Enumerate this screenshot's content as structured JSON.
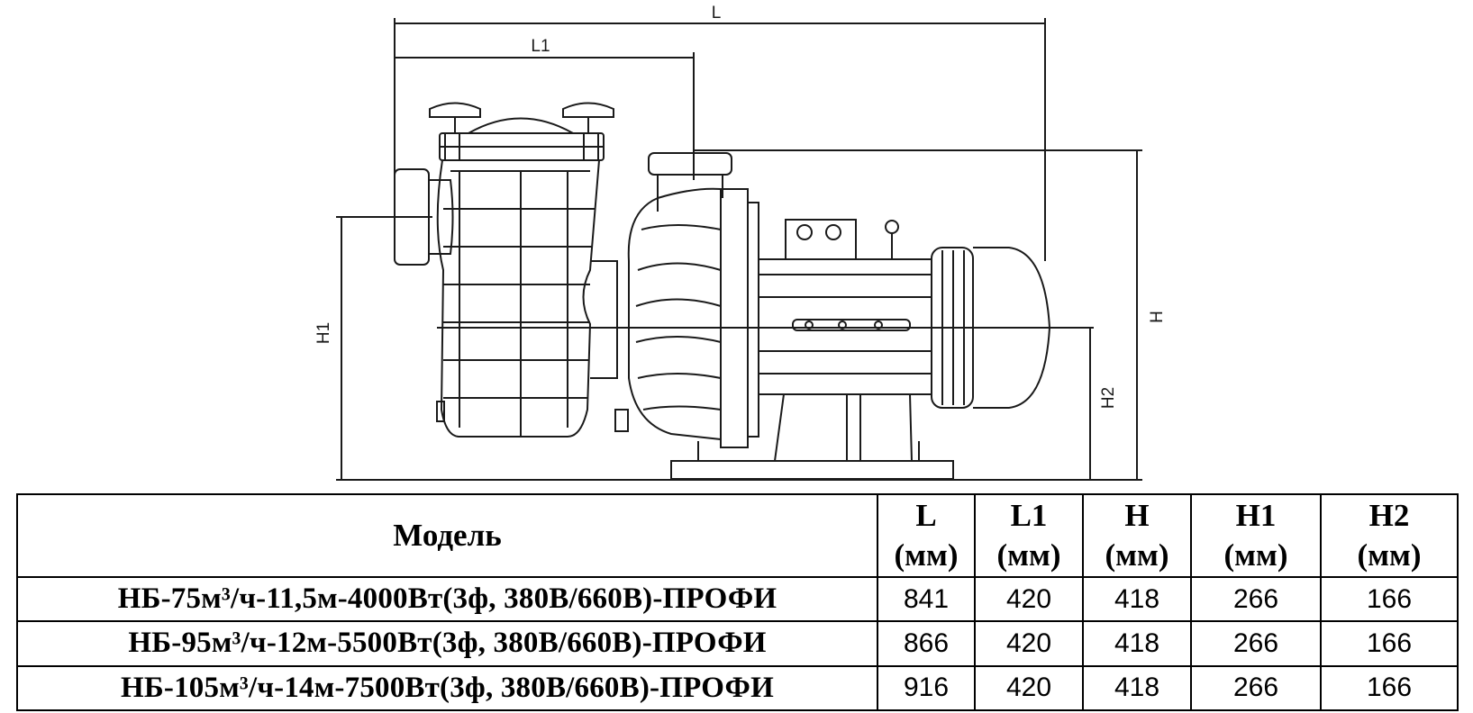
{
  "drawing": {
    "dimension_labels": {
      "L": "L",
      "L1": "L1",
      "H": "H",
      "H1": "H1",
      "H2": "H2"
    }
  },
  "table": {
    "model_header": "Модель",
    "columns": [
      {
        "name": "L",
        "unit": "(мм)"
      },
      {
        "name": "L1",
        "unit": "(мм)"
      },
      {
        "name": "H",
        "unit": "(мм)"
      },
      {
        "name": "H1",
        "unit": "(мм)"
      },
      {
        "name": "H2",
        "unit": "(мм)"
      }
    ],
    "rows": [
      {
        "model": "НБ-75м³/ч-11,5м-4000Вт(3ф, 380В/660В)-ПРОФИ",
        "values": [
          "841",
          "420",
          "418",
          "266",
          "166"
        ]
      },
      {
        "model": "НБ-95м³/ч-12м-5500Вт(3ф, 380В/660В)-ПРОФИ",
        "values": [
          "866",
          "420",
          "418",
          "266",
          "166"
        ]
      },
      {
        "model": "НБ-105м³/ч-14м-7500Вт(3ф, 380В/660В)-ПРОФИ",
        "values": [
          "916",
          "420",
          "418",
          "266",
          "166"
        ]
      }
    ]
  }
}
